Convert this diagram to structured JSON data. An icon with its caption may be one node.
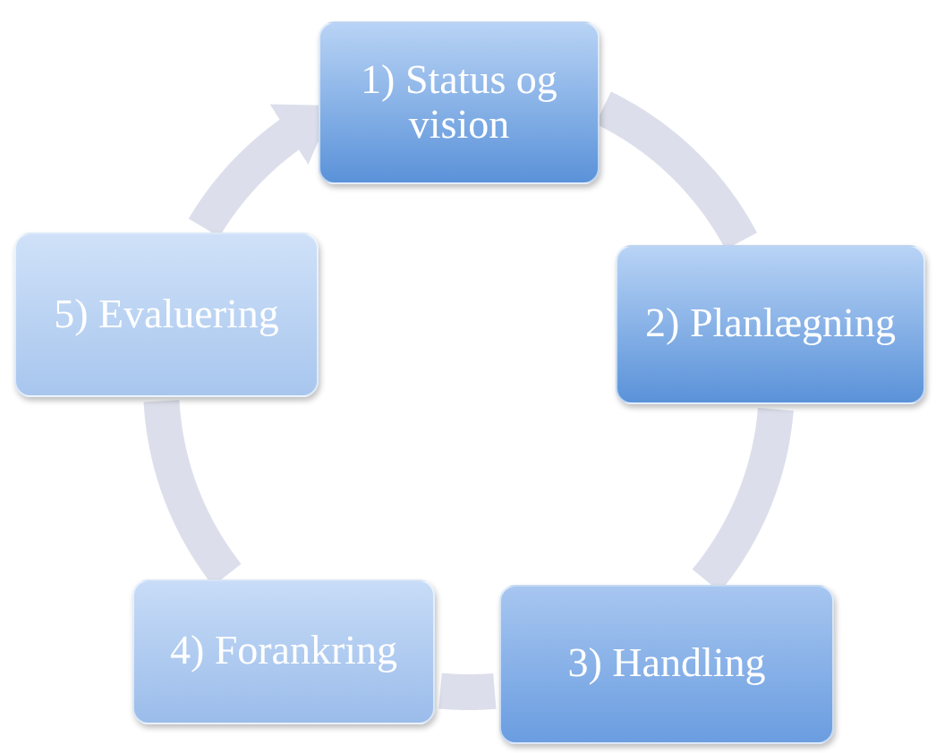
{
  "diagram": {
    "nodes": [
      {
        "text": [
          "1) Status og vision"
        ]
      },
      {
        "text": [
          "2) Planlægning"
        ]
      },
      {
        "text": [
          "3) Handling"
        ]
      },
      {
        "text": [
          "4) Forankring"
        ]
      },
      {
        "text": [
          "5) Evaluering"
        ]
      }
    ],
    "edges": [
      {
        "from": 0,
        "to": 1,
        "arrow": "none"
      },
      {
        "from": 1,
        "to": 2,
        "arrow": "none"
      },
      {
        "from": 2,
        "to": 3,
        "arrow": "none"
      },
      {
        "from": 3,
        "to": 4,
        "arrow": "none"
      },
      {
        "from": 4,
        "to": 0,
        "arrow": "to"
      }
    ]
  }
}
